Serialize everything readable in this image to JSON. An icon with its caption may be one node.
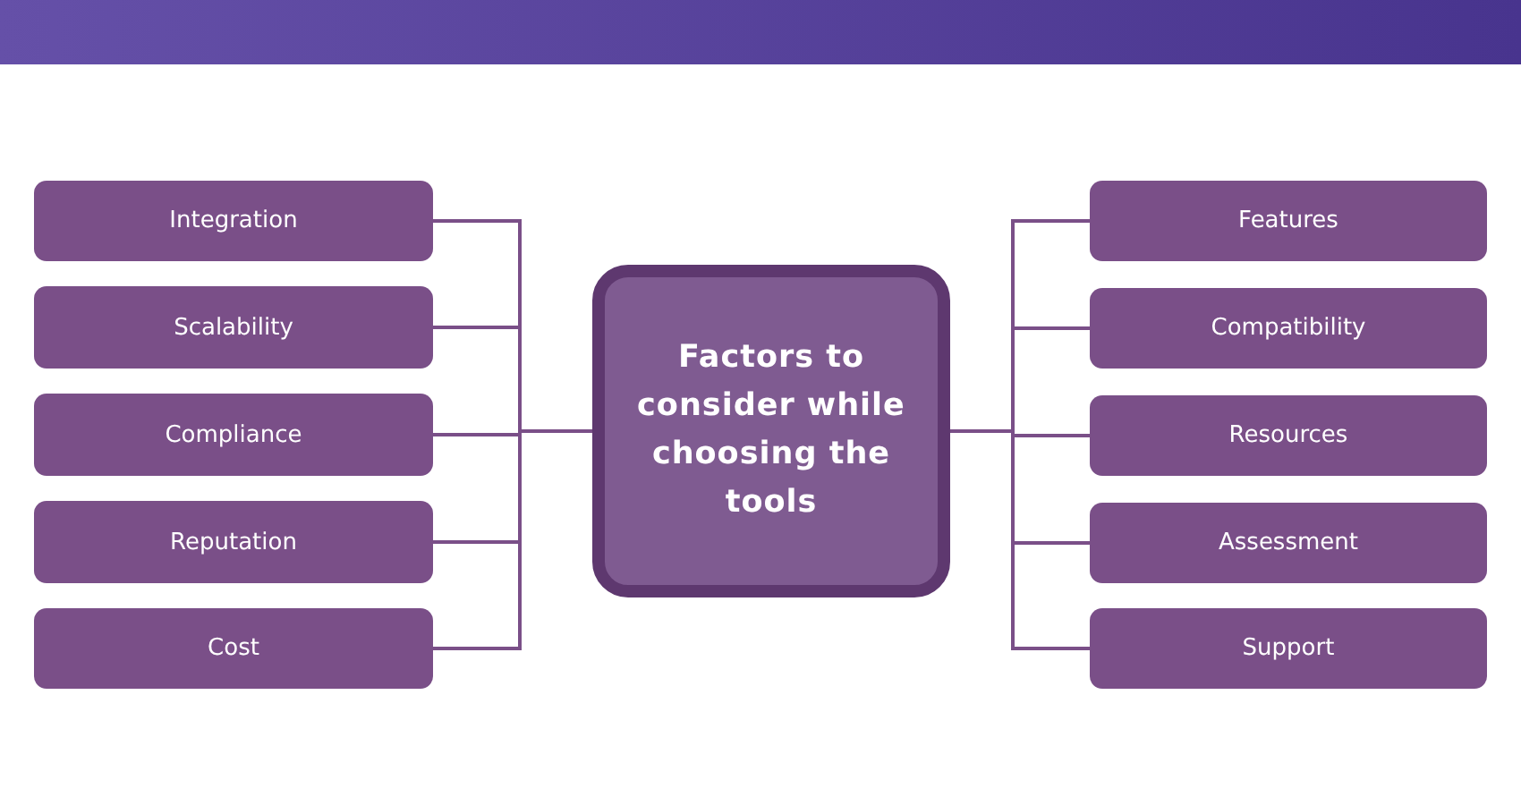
{
  "diagram": {
    "nodes": [
      {
        "text": [
          "Factors to consider while choosing the tools"
        ]
      },
      {
        "text": [
          "Integration"
        ]
      },
      {
        "text": [
          "Scalability"
        ]
      },
      {
        "text": [
          "Compliance"
        ]
      },
      {
        "text": [
          "Reputation"
        ]
      },
      {
        "text": [
          "Cost"
        ]
      },
      {
        "text": [
          "Features"
        ]
      },
      {
        "text": [
          "Compatibility"
        ]
      },
      {
        "text": [
          "Resources"
        ]
      },
      {
        "text": [
          "Assessment"
        ]
      },
      {
        "text": [
          "Support"
        ]
      }
    ],
    "edges": [
      {
        "from": 0,
        "to": 1,
        "arrow": "none"
      },
      {
        "from": 0,
        "to": 2,
        "arrow": "none"
      },
      {
        "from": 0,
        "to": 3,
        "arrow": "none"
      },
      {
        "from": 0,
        "to": 4,
        "arrow": "none"
      },
      {
        "from": 0,
        "to": 5,
        "arrow": "none"
      },
      {
        "from": 0,
        "to": 6,
        "arrow": "none"
      },
      {
        "from": 0,
        "to": 7,
        "arrow": "none"
      },
      {
        "from": 0,
        "to": 8,
        "arrow": "none"
      },
      {
        "from": 0,
        "to": 9,
        "arrow": "none"
      },
      {
        "from": 0,
        "to": 10,
        "arrow": "none"
      }
    ]
  }
}
